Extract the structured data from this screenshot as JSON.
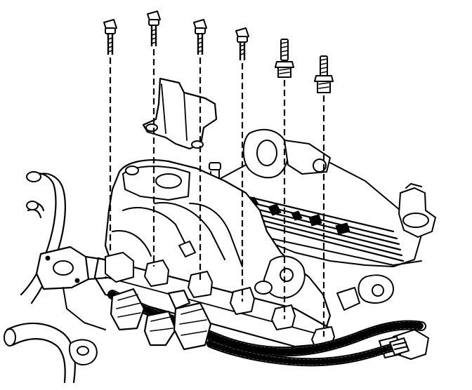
{
  "figure": {
    "bolts": [
      {
        "id": "bolt-1",
        "kind": "bolt"
      },
      {
        "id": "bolt-2",
        "kind": "bolt"
      },
      {
        "id": "bolt-3",
        "kind": "bolt"
      },
      {
        "id": "bolt-4",
        "kind": "bolt"
      },
      {
        "id": "stud-5",
        "kind": "stud"
      },
      {
        "id": "stud-6",
        "kind": "stud"
      }
    ],
    "colors": {
      "ink": "#000000",
      "paper": "#ffffff"
    }
  }
}
